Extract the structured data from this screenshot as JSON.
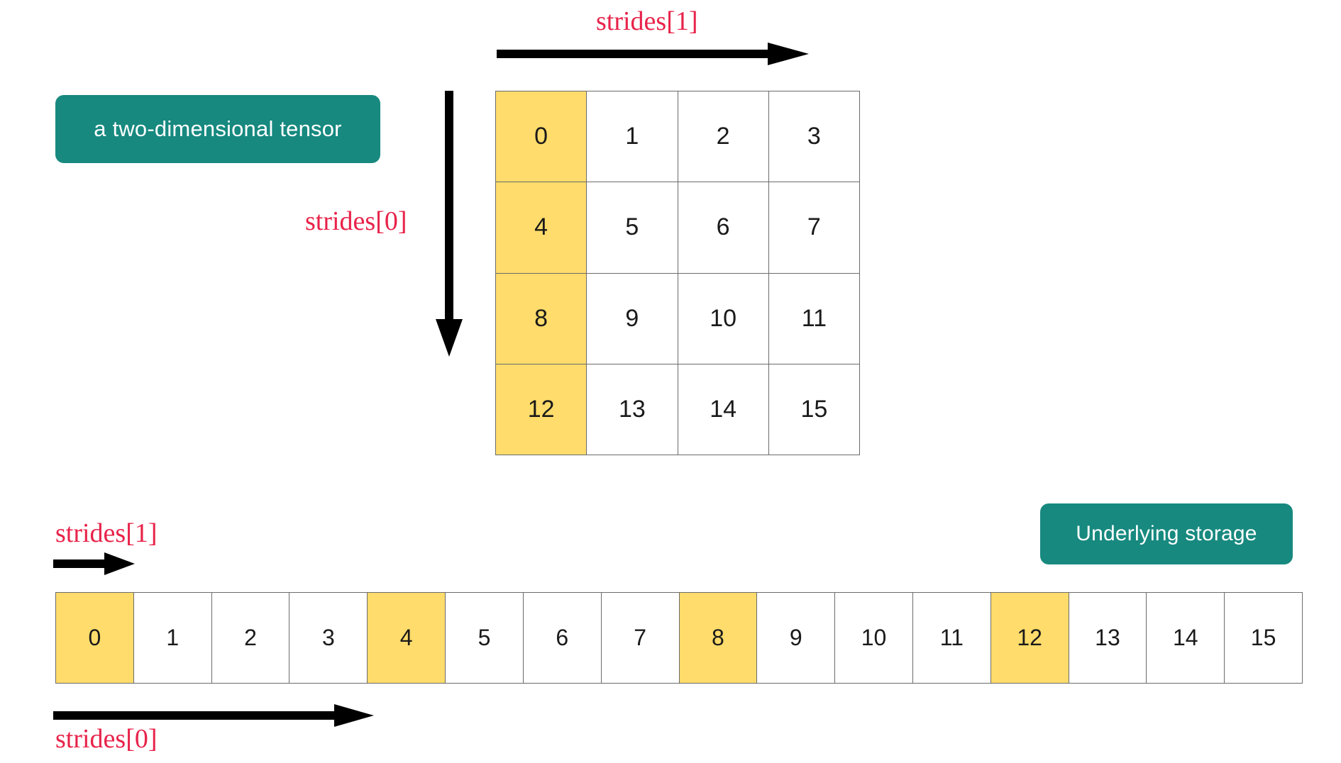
{
  "badges": {
    "tensor": "a two-dimensional tensor",
    "storage": "Underlying storage"
  },
  "labels": {
    "strides1_top": "strides[1]",
    "strides0_left": "strides[0]",
    "strides1_bottom": "strides[1]",
    "strides0_bottom": "strides[0]"
  },
  "colors": {
    "teal": "#17897F",
    "yellow": "#FFDC6B",
    "red": "#E8234A",
    "border": "#6b6b6b",
    "arrow": "#000000"
  },
  "grid": {
    "rows": 4,
    "cols": 4,
    "highlight_column": 0,
    "cells": [
      [
        {
          "value": "0",
          "highlight": true
        },
        {
          "value": "1",
          "highlight": false
        },
        {
          "value": "2",
          "highlight": false
        },
        {
          "value": "3",
          "highlight": false
        }
      ],
      [
        {
          "value": "4",
          "highlight": true
        },
        {
          "value": "5",
          "highlight": false
        },
        {
          "value": "6",
          "highlight": false
        },
        {
          "value": "7",
          "highlight": false
        }
      ],
      [
        {
          "value": "8",
          "highlight": true
        },
        {
          "value": "9",
          "highlight": false
        },
        {
          "value": "10",
          "highlight": false
        },
        {
          "value": "11",
          "highlight": false
        }
      ],
      [
        {
          "value": "12",
          "highlight": true
        },
        {
          "value": "13",
          "highlight": false
        },
        {
          "value": "14",
          "highlight": false
        },
        {
          "value": "15",
          "highlight": false
        }
      ]
    ]
  },
  "storage": {
    "length": 16,
    "cells": [
      {
        "value": "0",
        "highlight": true
      },
      {
        "value": "1",
        "highlight": false
      },
      {
        "value": "2",
        "highlight": false
      },
      {
        "value": "3",
        "highlight": false
      },
      {
        "value": "4",
        "highlight": true
      },
      {
        "value": "5",
        "highlight": false
      },
      {
        "value": "6",
        "highlight": false
      },
      {
        "value": "7",
        "highlight": false
      },
      {
        "value": "8",
        "highlight": true
      },
      {
        "value": "9",
        "highlight": false
      },
      {
        "value": "10",
        "highlight": false
      },
      {
        "value": "11",
        "highlight": false
      },
      {
        "value": "12",
        "highlight": true
      },
      {
        "value": "13",
        "highlight": false
      },
      {
        "value": "14",
        "highlight": false
      },
      {
        "value": "15",
        "highlight": false
      }
    ]
  },
  "arrows": {
    "top": "arrow-right",
    "vertical": "arrow-down",
    "small": "arrow-right",
    "bottom": "arrow-right"
  }
}
